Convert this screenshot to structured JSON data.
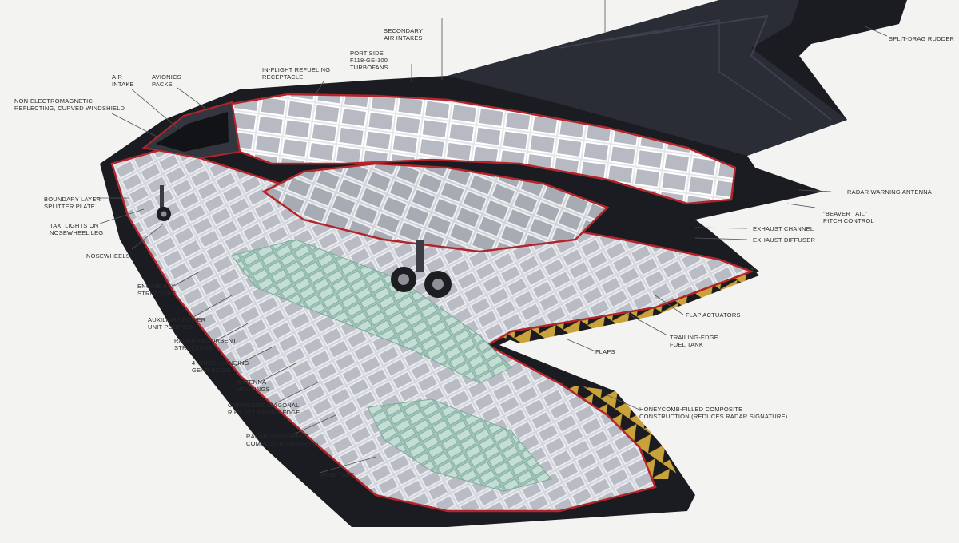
{
  "labels": {
    "secondary_air_intakes": "SECONDARY\nAIR INTAKES",
    "split_drag_rudder": "SPLIT-DRAG RUDDER",
    "port_side_engines": "PORT SIDE\nF118-GE-100\nTURBOFANS",
    "in_flight_refueling": "IN-FLIGHT REFUELING\nRECEPTACLE",
    "air_intake": "AIR\nINTAKE",
    "avionics_packs": "AVIONICS\nPACKS",
    "windshield": "NON-ELECTROMAGNETIC-\nREFLECTING, CURVED WINDSHIELD",
    "boundary_layer": "BOUNDARY LAYER\nSPLITTER PLATE",
    "taxi_lights": "TAXI LIGHTS ON\nNOSEWHEEL LEG",
    "nosewheels": "NOSEWHEELS",
    "engine_bay": "ENGINE BAY\nSTRUCTURE",
    "apu": "AUXILIARY POWER\nUNIT POSITION",
    "radar_absorbent_structure": "RADAR-ABSORBENT\nSTRUCTURE",
    "landing_gear": "4-WHEEL LANDING\nGEAR BOGIE",
    "antenna_housings": "ANTENNA\nHOUSINGS",
    "composite_ribs": "COMPOSITE DIAGONAL\nRIBS AT LEADING EDGE",
    "radar_absorbent_covering": "RADAR-ABSORBENT\nCOMPOSITE COVERING",
    "wing_tank": "WING TANK",
    "radar_warning_antenna": "RADAR WARNING ANTENNA",
    "beaver_tail": "\"BEAVER TAIL\"\nPITCH CONTROL",
    "exhaust_channel": "EXHAUST CHANNEL",
    "exhaust_diffuser": "EXHAUST DIFFUSER",
    "flap_actuators": "FLAP ACTUATORS",
    "trailing_edge_tank": "TRAILING-EDGE\nFUEL TANK",
    "flaps": "FLAPS",
    "honeycomb": "HONEYCOMB-FILLED COMPOSITE\nCONSTRUCTION (REDUCES RADAR SIGNATURE)"
  },
  "colors": {
    "background": "#f3f3f1",
    "skin": "#1b1c22",
    "skin_panel": "#2a2c36",
    "structure": "#c9ccd3",
    "structure_dark": "#8d9098",
    "tank": "#a9c9bf",
    "red_edge": "#b3252a",
    "hazard_yellow": "#c9a23a",
    "label_text": "#2b2b2b",
    "leader": "#555555"
  }
}
